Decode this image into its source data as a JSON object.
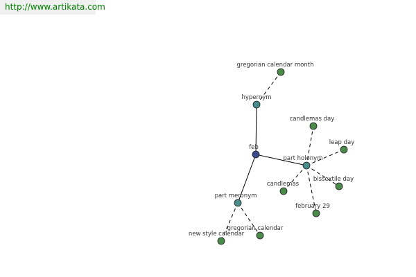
{
  "header": {
    "url_text": "http://www.artikata.com",
    "link_color": "#008000",
    "background": "#f0f0f0"
  },
  "graph": {
    "colors": {
      "center_node": "#3a4a8a",
      "relation_node": "#4a8c8c",
      "term_node": "#4a8a4a"
    },
    "nodes": [
      {
        "id": "feb",
        "label": "feb",
        "kind": "center"
      },
      {
        "id": "hypernym",
        "label": "hypernym",
        "kind": "relation"
      },
      {
        "id": "gregorian-calendar-month",
        "label": "gregorian calendar month",
        "kind": "term"
      },
      {
        "id": "part-holonym",
        "label": "part holonym",
        "kind": "relation"
      },
      {
        "id": "candlemas-day",
        "label": "candlemas day",
        "kind": "term"
      },
      {
        "id": "leap-day",
        "label": "leap day",
        "kind": "term"
      },
      {
        "id": "candlemas",
        "label": "candlemas",
        "kind": "term"
      },
      {
        "id": "bissextile-day",
        "label": "bissextile day",
        "kind": "term"
      },
      {
        "id": "february-29",
        "label": "february 29",
        "kind": "term"
      },
      {
        "id": "part-meronym",
        "label": "part meronym",
        "kind": "relation"
      },
      {
        "id": "new-style-calendar",
        "label": "new style calendar",
        "kind": "term"
      },
      {
        "id": "gregorian-calendar",
        "label": "gregorian calendar",
        "kind": "term"
      }
    ],
    "edges": [
      {
        "from": "feb",
        "to": "hypernym",
        "style": "solid"
      },
      {
        "from": "feb",
        "to": "part-holonym",
        "style": "solid"
      },
      {
        "from": "feb",
        "to": "part-meronym",
        "style": "solid"
      },
      {
        "from": "hypernym",
        "to": "gregorian-calendar-month",
        "style": "dashed"
      },
      {
        "from": "part-holonym",
        "to": "candlemas-day",
        "style": "dashed"
      },
      {
        "from": "part-holonym",
        "to": "leap-day",
        "style": "dashed"
      },
      {
        "from": "part-holonym",
        "to": "candlemas",
        "style": "dashed"
      },
      {
        "from": "part-holonym",
        "to": "bissextile-day",
        "style": "dashed"
      },
      {
        "from": "part-holonym",
        "to": "february-29",
        "style": "dashed"
      },
      {
        "from": "part-meronym",
        "to": "new-style-calendar",
        "style": "dashed"
      },
      {
        "from": "part-meronym",
        "to": "gregorian-calendar",
        "style": "dashed"
      }
    ]
  }
}
